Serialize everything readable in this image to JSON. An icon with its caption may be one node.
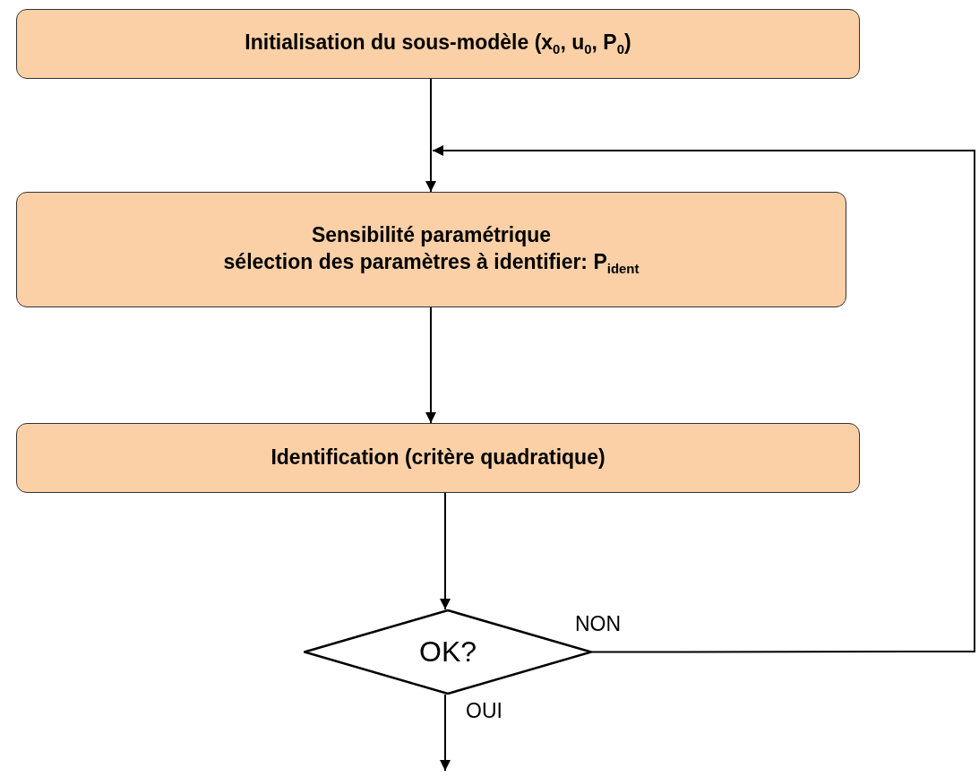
{
  "diagram": {
    "nodes": [
      {
        "text": [
          "Initialisation du sous-modèle (x$_{0}$, u$_{0}$, P$_{0}$)"
        ]
      },
      {
        "text": [
          "Sensibilité paramétrique",
          "sélection des paramètres à identifier: P$_{ident}$"
        ]
      },
      {
        "text": [
          "Identification (critère quadratique)"
        ]
      },
      {
        "text": [
          "OK?"
        ]
      }
    ],
    "edges": [
      {
        "from": 0,
        "to": 1,
        "arrow": "to"
      },
      {
        "from": 1,
        "to": 2,
        "arrow": "to"
      },
      {
        "from": 2,
        "to": 3,
        "arrow": "to"
      },
      {
        "from": 3,
        "to": 1,
        "arrow": "to",
        "label": "NON"
      },
      {
        "from": 3,
        "to": null,
        "arrow": "to",
        "label": "OUI"
      }
    ]
  }
}
